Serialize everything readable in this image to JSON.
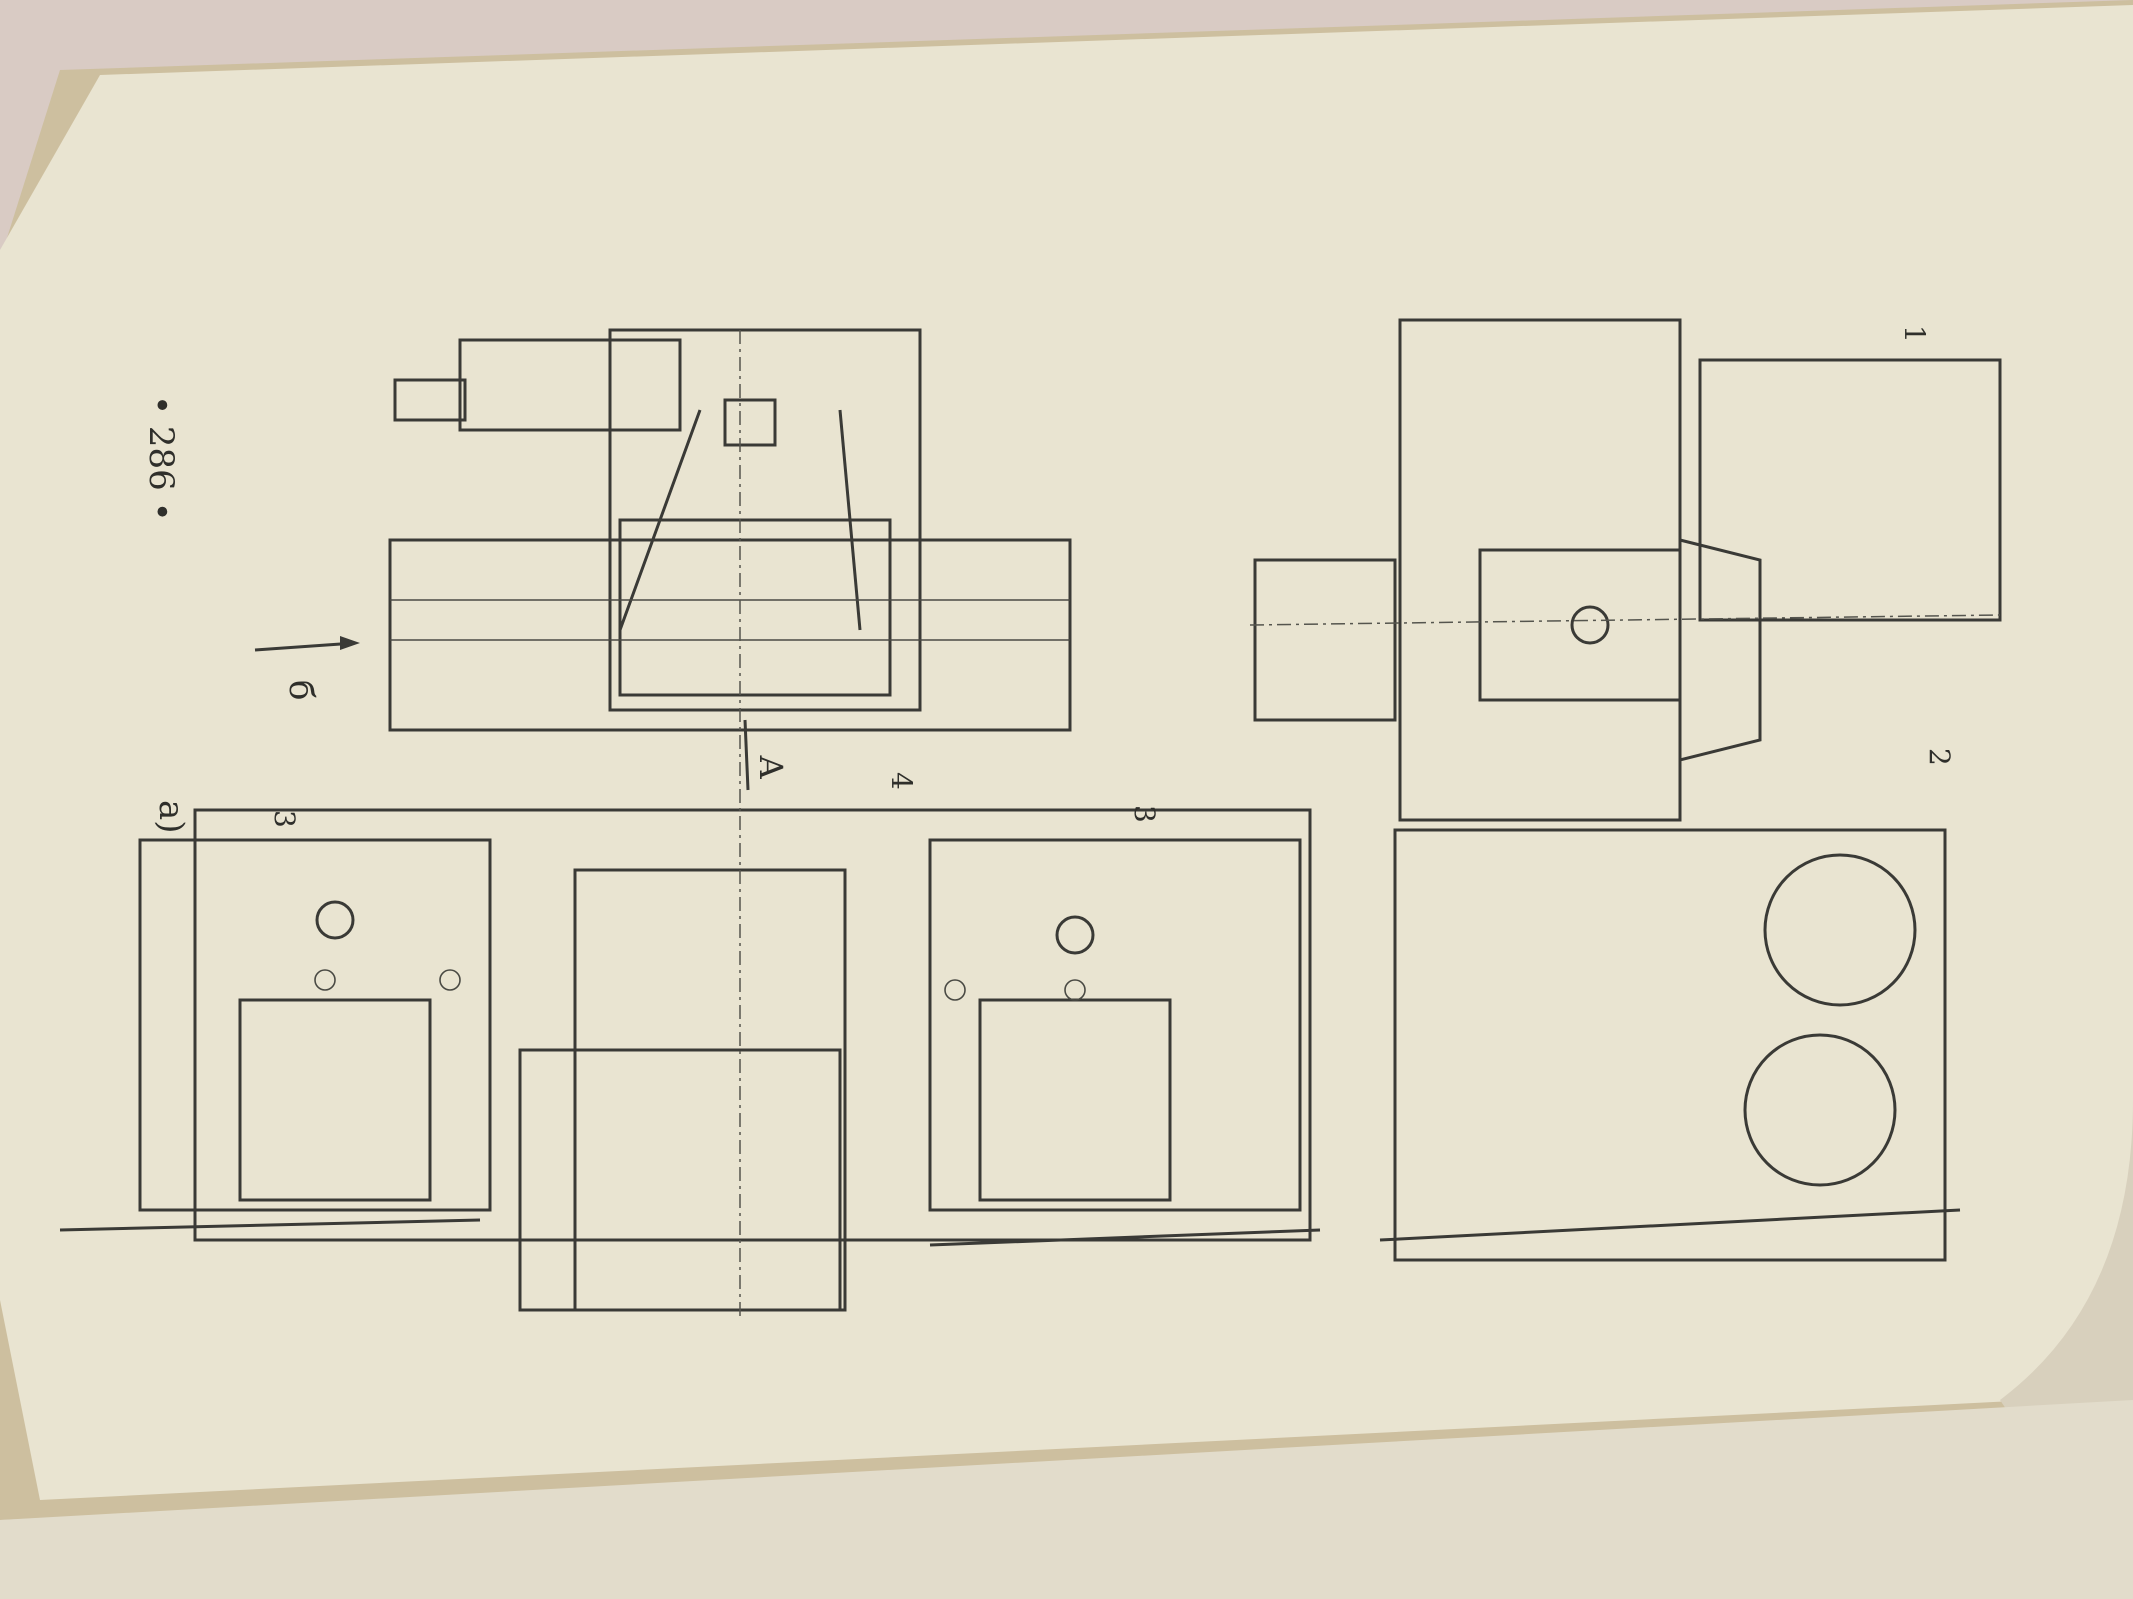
{
  "page": {
    "page_number": "• 286 •",
    "colors": {
      "paper": "#e9e4d1",
      "table": "#d9cbc4",
      "ink": "#3a3a36"
    }
  },
  "figure": {
    "view_a_label": "а)",
    "view_b_label": "б",
    "section_label": "А",
    "callouts": [
      "1",
      "2",
      "3",
      "3",
      "4"
    ]
  }
}
